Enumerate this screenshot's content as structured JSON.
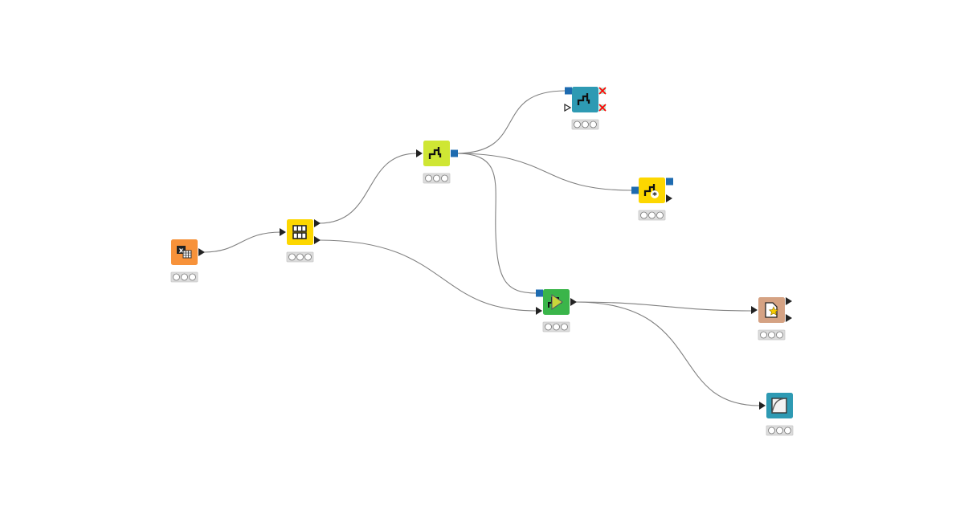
{
  "workflow": {
    "nodes": [
      {
        "id": "excel-reader",
        "icon": "excel-table-icon",
        "color": "#f7923a",
        "status": "configured"
      },
      {
        "id": "partitioning",
        "icon": "table-partition-icon",
        "color": "#fdd700",
        "status": "configured"
      },
      {
        "id": "decision-tree-learner",
        "icon": "tree-icon",
        "color": "#cfe634",
        "status": "configured"
      },
      {
        "id": "tree-view",
        "icon": "tree-icon",
        "color": "#2e9ab3",
        "status": "configured"
      },
      {
        "id": "tree-manipulator",
        "icon": "tree-star-icon",
        "color": "#fdd700",
        "status": "configured"
      },
      {
        "id": "decision-tree-predictor",
        "icon": "predictor-icon",
        "color": "#3ab54a",
        "status": "configured"
      },
      {
        "id": "scorer",
        "icon": "document-star-icon",
        "color": "#d5a283",
        "status": "not-configured"
      },
      {
        "id": "roc-curve",
        "icon": "curve-icon",
        "color": "#2e9ab3",
        "status": "not-configured"
      }
    ],
    "status_colors": {
      "configured": "#f5cc00",
      "not-configured": "#cc1144",
      "off": "#ffffff"
    },
    "port_colors": {
      "data": "#222222",
      "model": "#1e6bb0",
      "inactive": "#ff0000"
    }
  }
}
